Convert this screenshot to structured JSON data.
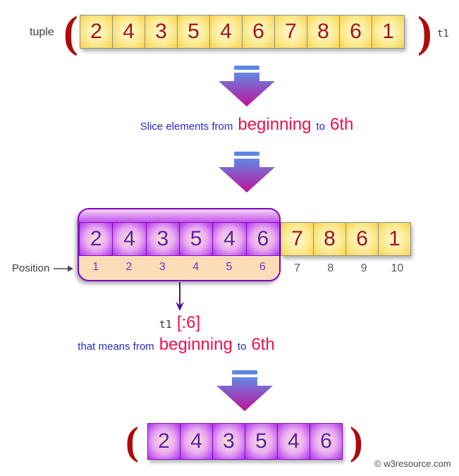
{
  "colors": {
    "caption_blue": "#2626d8",
    "caption_red": "#ee114d",
    "paren_red": "#ad0a0a",
    "yellow_number": "#a31414",
    "purple_number": "#5a1fae",
    "arrow_gradient_top": "#6488e4",
    "arrow_gradient_bottom": "#c0109a"
  },
  "tuple_row": {
    "label": "tuple",
    "var_label": "t1",
    "open_paren": "(",
    "close_paren": ")",
    "values": [
      "2",
      "4",
      "3",
      "5",
      "4",
      "6",
      "7",
      "8",
      "6",
      "1"
    ]
  },
  "step1_caption": {
    "part1": "Slice elements from",
    "highlight1": "beginning",
    "part2": "to",
    "highlight2": "6th"
  },
  "sliced_row": {
    "selected": [
      "2",
      "4",
      "3",
      "5",
      "4",
      "6"
    ],
    "rest": [
      "7",
      "8",
      "6",
      "1"
    ]
  },
  "positions": {
    "label": "Position",
    "selected": [
      "1",
      "2",
      "3",
      "4",
      "5",
      "6"
    ],
    "rest": [
      "7",
      "8",
      "9",
      "10"
    ]
  },
  "slice_expr": {
    "var": "t1",
    "expr": "[:6]"
  },
  "step2_caption": {
    "part1": "that means from",
    "highlight1": "beginning",
    "part2": "to",
    "highlight2": "6th"
  },
  "result_row": {
    "open_paren": "(",
    "close_paren": ")",
    "values": [
      "2",
      "4",
      "3",
      "5",
      "4",
      "6"
    ]
  },
  "footer": {
    "copyright": "© w3resource.com"
  }
}
